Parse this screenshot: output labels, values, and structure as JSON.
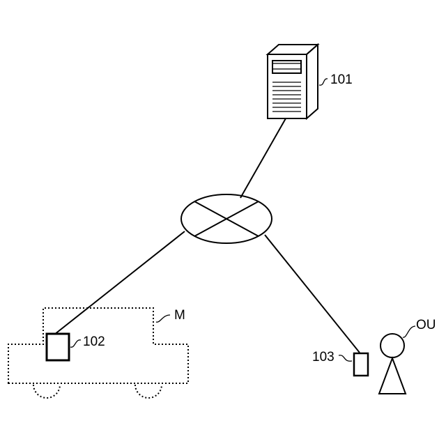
{
  "labels": {
    "server": "101",
    "terminal_vehicle": "102",
    "terminal_user": "103",
    "vehicle": "M",
    "user": "OU"
  }
}
